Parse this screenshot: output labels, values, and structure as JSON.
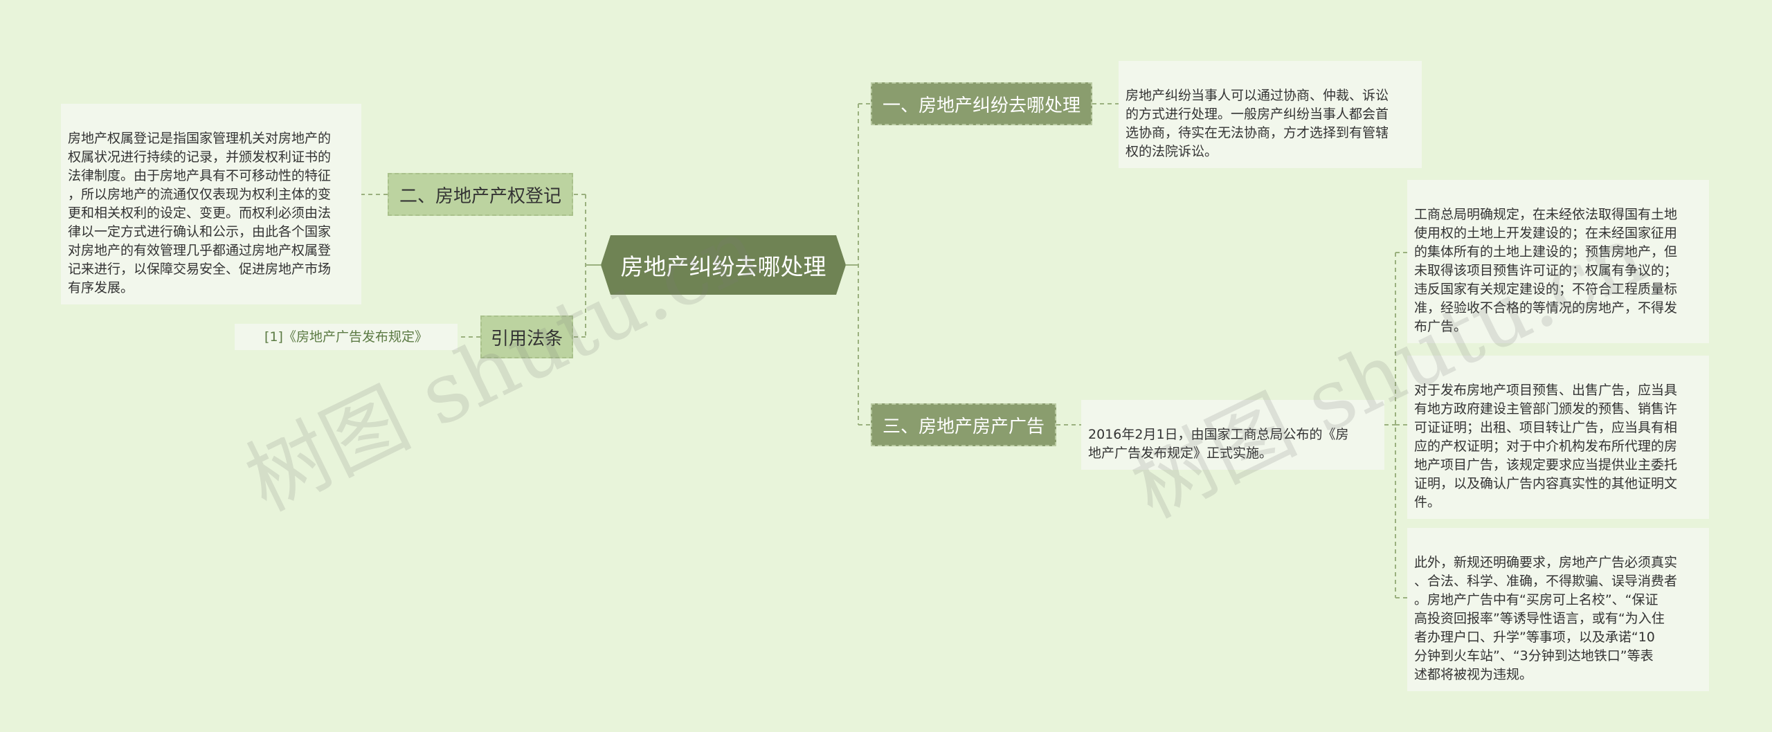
{
  "mindmap": {
    "root": {
      "label": "房地产纠纷去哪处理"
    },
    "branches": [
      {
        "label": "一、房地产纠纷去哪处理",
        "detail": "房地产纠纷当事人可以通过协商、仲裁、诉讼\n的方式进行处理。一般房产纠纷当事人都会首\n选协商，待实在无法协商，方才选择到有管辖\n权的法院诉讼。"
      },
      {
        "label": "二、房地产产权登记",
        "detail": "房地产权属登记是指国家管理机关对房地产的\n权属状况进行持续的记录，并颁发权利证书的\n法律制度。由于房地产具有不可移动性的特征\n，所以房地产的流通仅仅表现为权利主体的变\n更和相关权利的设定、变更。而权利必须由法\n律以一定方式进行确认和公示，由此各个国家\n对房地产的有效管理几乎都通过房地产权属登\n记来进行，以保障交易安全、促进房地产市场\n有序发展。"
      },
      {
        "label": "三、房地产房产广告",
        "detail": "2016年2月1日，由国家工商总局公布的《房\n地产广告发布规定》正式实施。",
        "children": [
          "工商总局明确规定，在未经依法取得国有土地\n使用权的土地上开发建设的；在未经国家征用\n的集体所有的土地上建设的；预售房地产，但\n未取得该项目预售许可证的；权属有争议的；\n违反国家有关规定建设的；不符合工程质量标\n准，经验收不合格的等情况的房地产，不得发\n布广告。",
          "对于发布房地产项目预售、出售广告，应当具\n有地方政府建设主管部门颁发的预售、销售许\n可证证明；出租、项目转让广告，应当具有相\n应的产权证明；对于中介机构发布所代理的房\n地产项目广告，该规定要求应当提供业主委托\n证明，以及确认广告内容真实性的其他证明文\n件。",
          "此外，新规还明确要求，房地产广告必须真实\n、合法、科学、准确，不得欺骗、误导消费者\n。房地产广告中有“买房可上名校”、“保证\n高投资回报率”等诱导性语言，或有“为入住\n者办理户口、升学”等事项，以及承诺“10\n分钟到火车站”、“3分钟到达地铁口”等表\n述都将被视为违规。"
        ]
      },
      {
        "label": "引用法条",
        "detail": "[1]《房地产广告发布规定》"
      }
    ]
  },
  "watermark": {
    "text": "树图 shutu.cn"
  },
  "colors": {
    "background": "#e8f4da",
    "root_fill": "#6f8354",
    "branch_dark": "#8a9d6e",
    "branch_light": "#bcd3a0",
    "leaf_fill": "#f2f7ec",
    "connector": "#9ab07e"
  }
}
